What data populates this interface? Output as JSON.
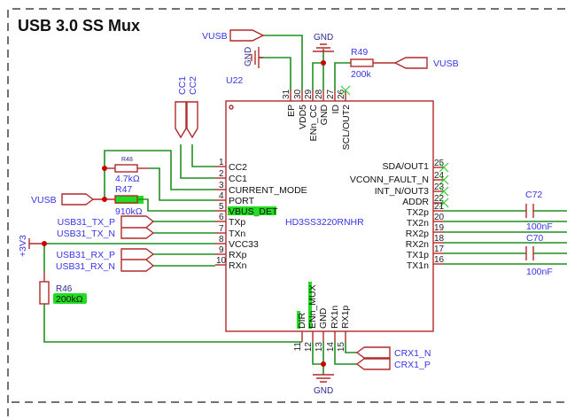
{
  "title": "USB 3.0 SS Mux",
  "colors": {
    "wire": "#1f8f1f",
    "component": "#b22a2a",
    "net_label": "#3535e8",
    "highlight": "#22dd22"
  },
  "ic": {
    "ref": "U22",
    "part": "HD3SS3220RNHR",
    "left_pins": [
      {
        "num": "1",
        "name": "CC2"
      },
      {
        "num": "2",
        "name": "CC1"
      },
      {
        "num": "3",
        "name": "CURRENT_MODE"
      },
      {
        "num": "4",
        "name": "PORT"
      },
      {
        "num": "5",
        "name": "VBUS_DET"
      },
      {
        "num": "6",
        "name": "TXp"
      },
      {
        "num": "7",
        "name": "TXn"
      },
      {
        "num": "8",
        "name": "VCC33"
      },
      {
        "num": "9",
        "name": "RXp"
      },
      {
        "num": "10",
        "name": "RXn"
      }
    ],
    "right_pins": [
      {
        "num": "25",
        "name": "SDA/OUT1"
      },
      {
        "num": "24",
        "name": "VCONN_FAULT_N"
      },
      {
        "num": "23",
        "name": "INT_N/OUT3"
      },
      {
        "num": "22",
        "name": "ADDR"
      },
      {
        "num": "21",
        "name": "TX2p"
      },
      {
        "num": "20",
        "name": "TX2n"
      },
      {
        "num": "19",
        "name": "RX2p"
      },
      {
        "num": "18",
        "name": "RX2n"
      },
      {
        "num": "17",
        "name": "TX1p"
      },
      {
        "num": "16",
        "name": "TX1n"
      }
    ],
    "top_pins": [
      {
        "num": "31",
        "name": "EP"
      },
      {
        "num": "30",
        "name": "VDD5"
      },
      {
        "num": "29",
        "name": "ENn_CC"
      },
      {
        "num": "28",
        "name": "GND"
      },
      {
        "num": "27",
        "name": "ID"
      },
      {
        "num": "26",
        "name": "SCL/OUT2"
      }
    ],
    "bottom_pins": [
      {
        "num": "11",
        "name": "DIR"
      },
      {
        "num": "12",
        "name": "ENn_MUX"
      },
      {
        "num": "13",
        "name": "GND"
      },
      {
        "num": "14",
        "name": "RX1n"
      },
      {
        "num": "15",
        "name": "RX1p"
      }
    ]
  },
  "nets": {
    "vusb": "VUSB",
    "gnd": "GND",
    "v3v3": "+3V3",
    "cc1": "CC1",
    "cc2": "CC2",
    "usb31_tx_p": "USB31_TX_P",
    "usb31_tx_n": "USB31_TX_N",
    "usb31_rx_p": "USB31_RX_P",
    "usb31_rx_n": "USB31_RX_N",
    "crx1_n": "CRX1_N",
    "crx1_p": "CRX1_P"
  },
  "components": {
    "r48": {
      "ref": "R48",
      "value": "4.7kΩ"
    },
    "r47": {
      "ref": "R47",
      "value": "910kΩ"
    },
    "r49": {
      "ref": "R49",
      "value": "200k"
    },
    "r46": {
      "ref": "R46",
      "value": "200kΩ"
    },
    "c72": {
      "ref": "C72",
      "value": "100nF"
    },
    "c70": {
      "ref": "C70",
      "value": "100nF"
    }
  }
}
